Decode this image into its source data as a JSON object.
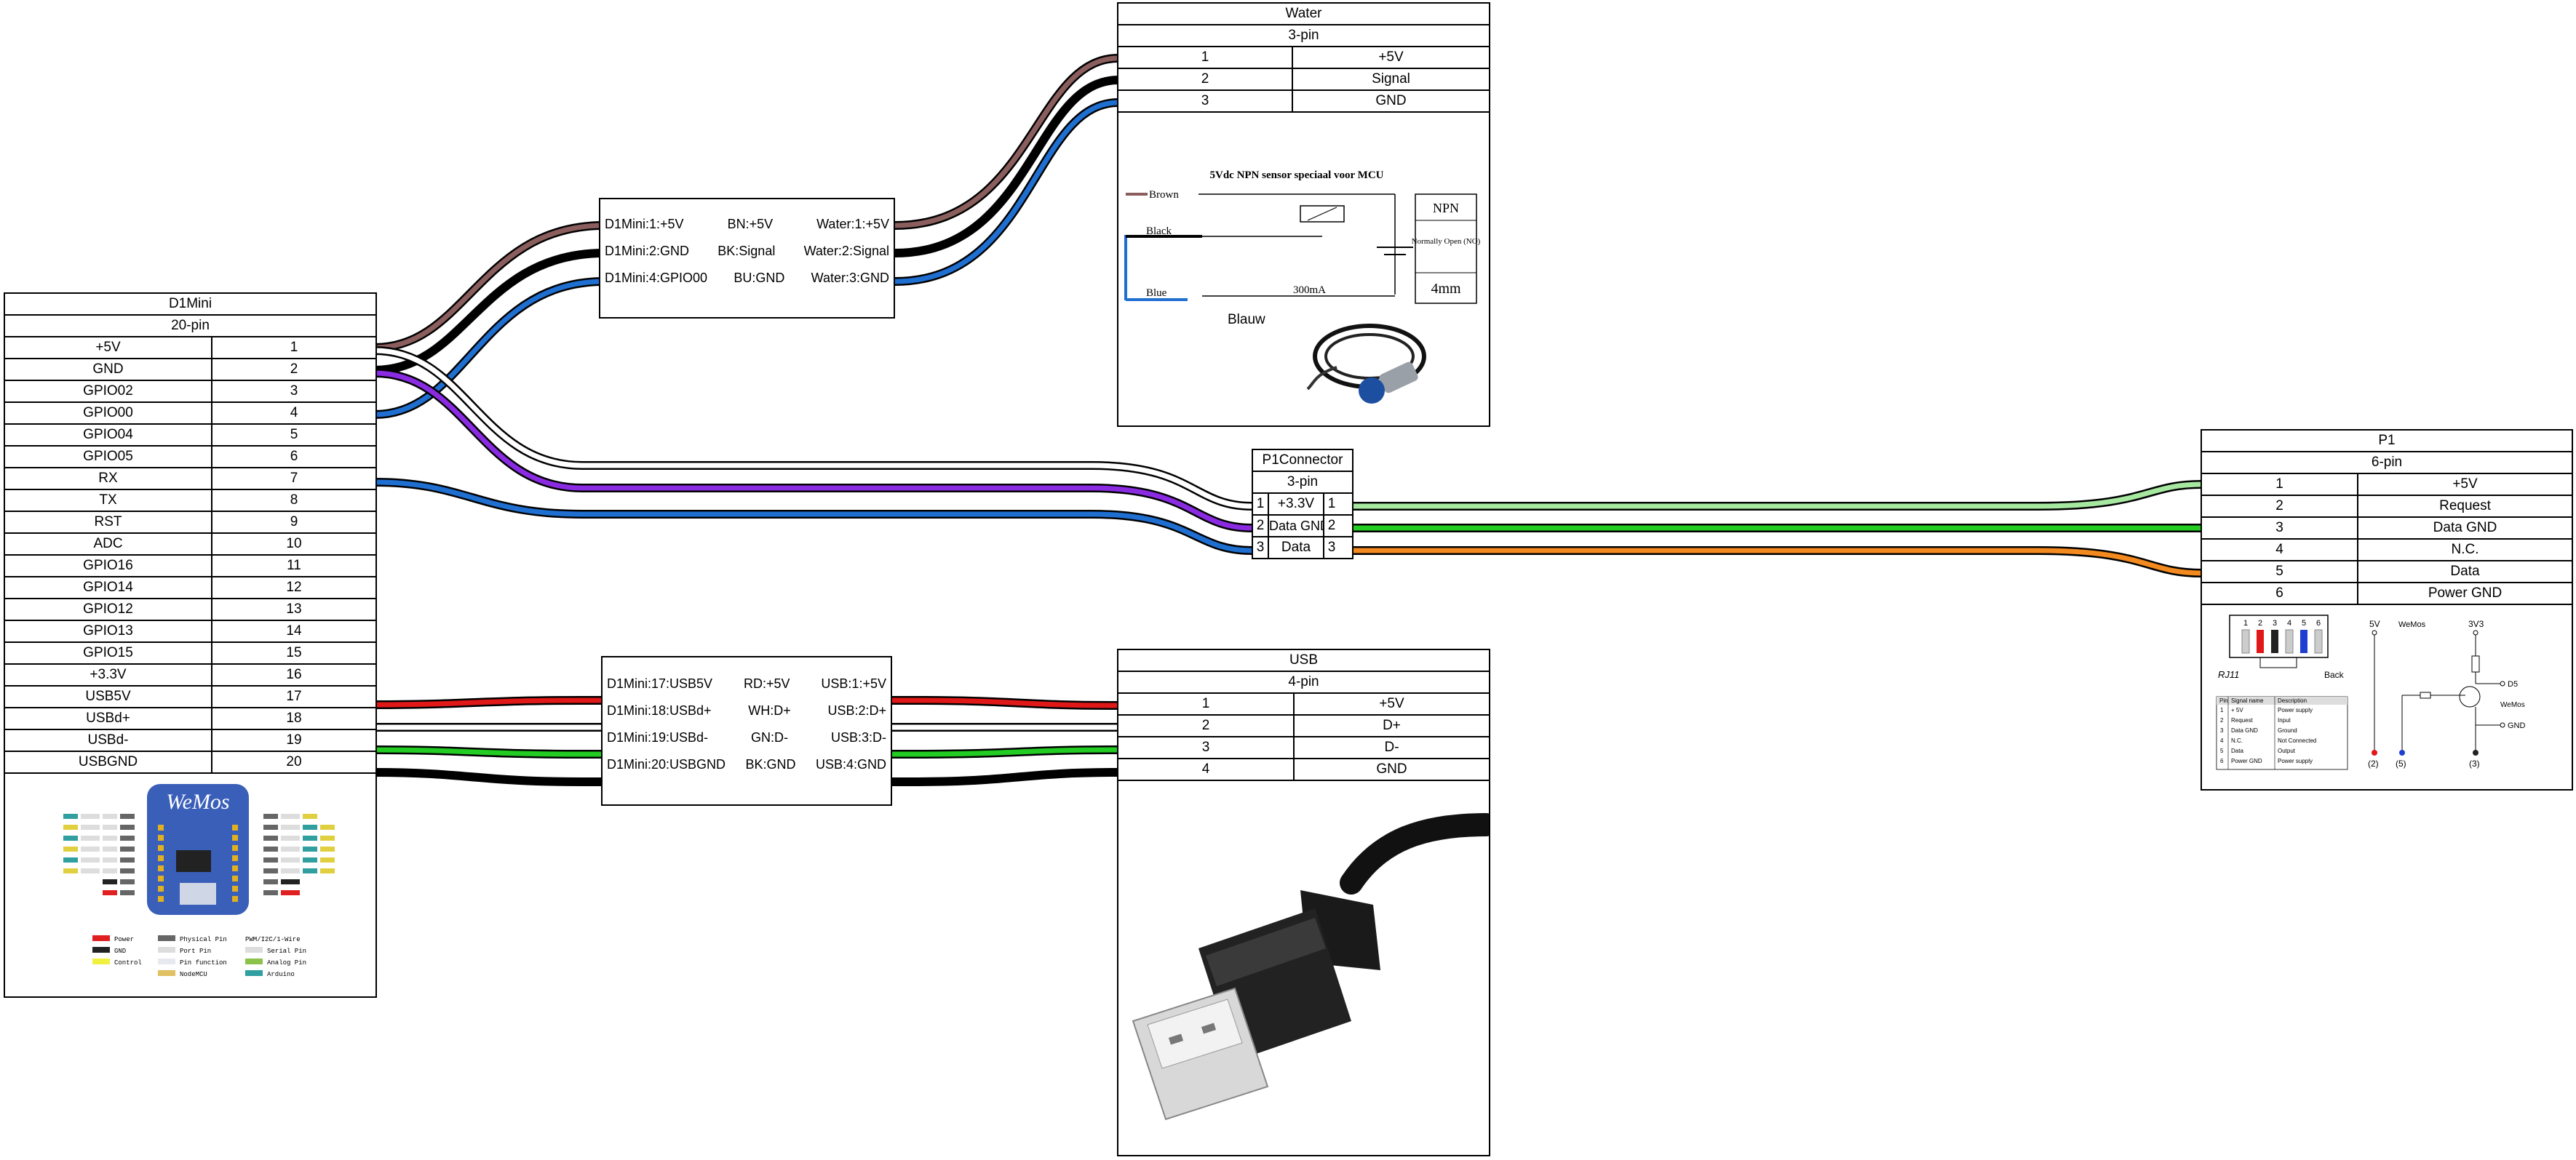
{
  "d1mini": {
    "title": "D1Mini",
    "subtitle": "20-pin",
    "pins": [
      {
        "name": "+5V",
        "num": "1"
      },
      {
        "name": "GND",
        "num": "2"
      },
      {
        "name": "GPIO02",
        "num": "3"
      },
      {
        "name": "GPIO00",
        "num": "4"
      },
      {
        "name": "GPIO04",
        "num": "5"
      },
      {
        "name": "GPIO05",
        "num": "6"
      },
      {
        "name": "RX",
        "num": "7"
      },
      {
        "name": "TX",
        "num": "8"
      },
      {
        "name": "RST",
        "num": "9"
      },
      {
        "name": "ADC",
        "num": "10"
      },
      {
        "name": "GPIO16",
        "num": "11"
      },
      {
        "name": "GPIO14",
        "num": "12"
      },
      {
        "name": "GPIO12",
        "num": "13"
      },
      {
        "name": "GPIO13",
        "num": "14"
      },
      {
        "name": "GPIO15",
        "num": "15"
      },
      {
        "name": "+3.3V",
        "num": "16"
      },
      {
        "name": "USB5V",
        "num": "17"
      },
      {
        "name": "USBd+",
        "num": "18"
      },
      {
        "name": "USBd-",
        "num": "19"
      },
      {
        "name": "USBGND",
        "num": "20"
      }
    ],
    "board_logo": "WeMos",
    "legend": [
      "Power",
      "GND",
      "Control",
      "Physical Pin",
      "Port Pin",
      "Pin function",
      "NodeMCU",
      "PWM/I2C/1-Wire",
      "Serial Pin",
      "Analog Pin",
      "Arduino"
    ]
  },
  "water": {
    "title": "Water",
    "subtitle": "3-pin",
    "pins": [
      {
        "num": "1",
        "name": "+5V"
      },
      {
        "num": "2",
        "name": "Signal"
      },
      {
        "num": "3",
        "name": "GND"
      }
    ],
    "schematic": {
      "heading": "5Vdc NPN sensor speciaal voor MCU",
      "brown": "Brown",
      "black": "Black",
      "blue": "Blue",
      "current": "300mA",
      "type": "NPN",
      "mode": "Normally Open (NO)",
      "distance": "4mm",
      "blauw": "Blauw"
    }
  },
  "water_bundle": {
    "rows": [
      [
        "D1Mini:1:+5V",
        "BN:+5V",
        "Water:1:+5V"
      ],
      [
        "D1Mini:2:GND",
        "BK:Signal",
        "Water:2:Signal"
      ],
      [
        "D1Mini:4:GPIO00",
        "BU:GND",
        "Water:3:GND"
      ]
    ]
  },
  "p1connector": {
    "title": "P1Connector",
    "subtitle": "3-pin",
    "pins": [
      {
        "num": "1",
        "name": "+3.3V"
      },
      {
        "num": "2",
        "name": "Data GND"
      },
      {
        "num": "3",
        "name": "Data"
      }
    ]
  },
  "p1": {
    "title": "P1",
    "subtitle": "6-pin",
    "pins": [
      {
        "num": "1",
        "name": "+5V"
      },
      {
        "num": "2",
        "name": "Request"
      },
      {
        "num": "3",
        "name": "Data GND"
      },
      {
        "num": "4",
        "name": "N.C."
      },
      {
        "num": "5",
        "name": "Data"
      },
      {
        "num": "6",
        "name": "Power GND"
      }
    ],
    "rj": {
      "label": "RJ11",
      "back": "Back",
      "pin_numbers": [
        "1",
        "2",
        "3",
        "4",
        "5",
        "6"
      ],
      "table_head": [
        "Pin",
        "Signal name",
        "Description"
      ],
      "table_rows": [
        [
          "1",
          "+ 5V",
          "Power supply"
        ],
        [
          "2",
          "Request",
          "Input"
        ],
        [
          "3",
          "Data GND",
          "Ground"
        ],
        [
          "4",
          "N.C.",
          "Not Connected"
        ],
        [
          "5",
          "Data",
          "Output"
        ],
        [
          "6",
          "Power GND",
          "Power supply"
        ]
      ],
      "v5": "5V",
      "wemos": "WeMos",
      "v33": "3V3",
      "d5": "D5",
      "wemos2": "WeMos",
      "gnd": "GND",
      "n2": "(2)",
      "n5": "(5)",
      "n3": "(3)"
    }
  },
  "usb_bundle": {
    "rows": [
      [
        "D1Mini:17:USB5V",
        "RD:+5V",
        "USB:1:+5V"
      ],
      [
        "D1Mini:18:USBd+",
        "WH:D+",
        "USB:2:D+"
      ],
      [
        "D1Mini:19:USBd-",
        "GN:D-",
        "USB:3:D-"
      ],
      [
        "D1Mini:20:USBGND",
        "BK:GND",
        "USB:4:GND"
      ]
    ]
  },
  "usb": {
    "title": "USB",
    "subtitle": "4-pin",
    "pins": [
      {
        "num": "1",
        "name": "+5V"
      },
      {
        "num": "2",
        "name": "D+"
      },
      {
        "num": "3",
        "name": "D-"
      },
      {
        "num": "4",
        "name": "GND"
      }
    ]
  },
  "colors": {
    "brown": "#8b5e5e",
    "black": "#000000",
    "blue": "#1f6fd1",
    "purple": "#8a2be2",
    "white": "#ffffff",
    "lightgreen": "#a6e8a0",
    "green": "#22cc22",
    "orange": "#f28a1f",
    "red": "#e01818"
  }
}
